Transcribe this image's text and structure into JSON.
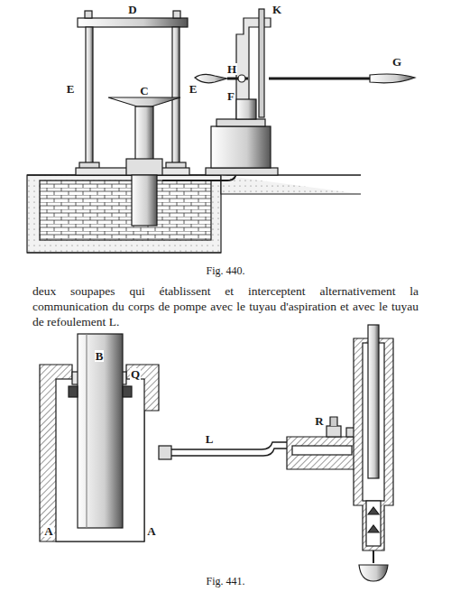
{
  "diagram": {
    "labels": [
      "D",
      "E",
      "E",
      "C",
      "K",
      "H",
      "G",
      "F",
      "Fig. 440.",
      "deux soupapes qui établissent et interceptent alternativement la communication du corps de pompe avec le tuyau d'aspiration et avec le tuyau de refoulement L.",
      "B",
      "Q",
      "L",
      "R",
      "A",
      "A",
      "Fig. 441."
    ]
  }
}
